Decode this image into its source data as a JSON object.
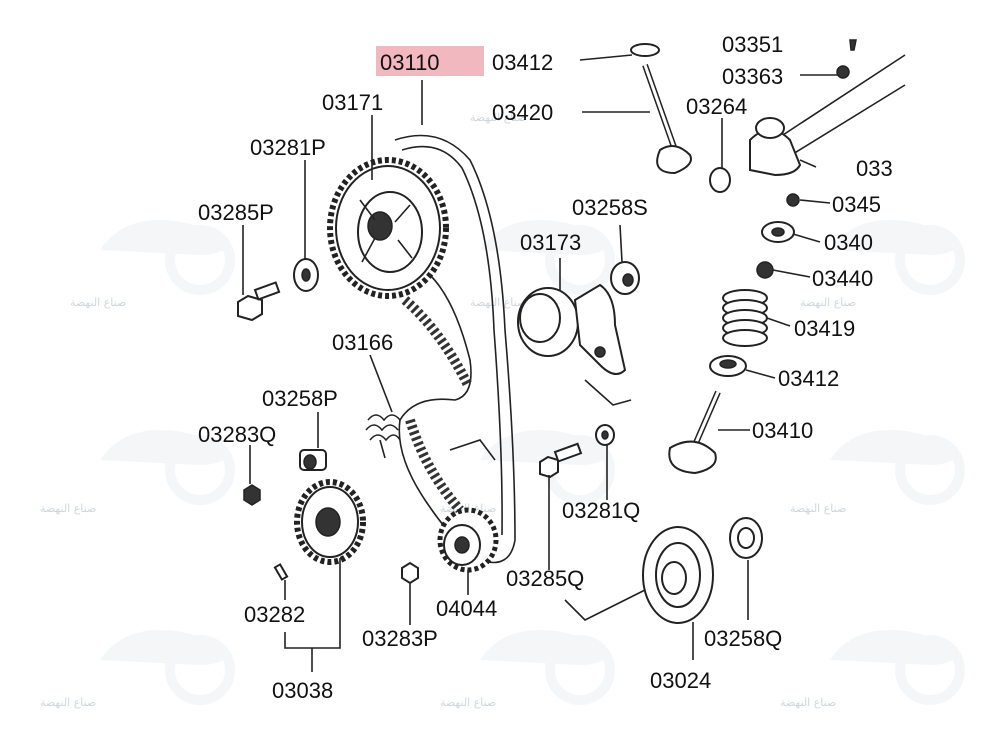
{
  "diagram": {
    "highlight_color": "#f2b8bf",
    "labels": {
      "p03110": "03110",
      "p03412_top": "03412",
      "p03351": "03351",
      "p03363": "03363",
      "p03420": "03420",
      "p03264": "03264",
      "p033xx": "033",
      "p03171": "03171",
      "p03281P": "03281P",
      "p03285P": "03285P",
      "p03258S": "03258S",
      "p03450": "0345",
      "p03173": "03173",
      "p03405": "0340",
      "p03440": "03440",
      "p03419": "03419",
      "p03166": "03166",
      "p03412_mid": "03412",
      "p03258P": "03258P",
      "p03410": "03410",
      "p03283Q": "03283Q",
      "p03281Q": "03281Q",
      "p03285Q": "03285Q",
      "p03282": "03282",
      "p03283P": "03283P",
      "p04044": "04044",
      "p03258Q": "03258Q",
      "p03038": "03038",
      "p03024": "03024"
    },
    "watermark": "صناع النهضة"
  }
}
